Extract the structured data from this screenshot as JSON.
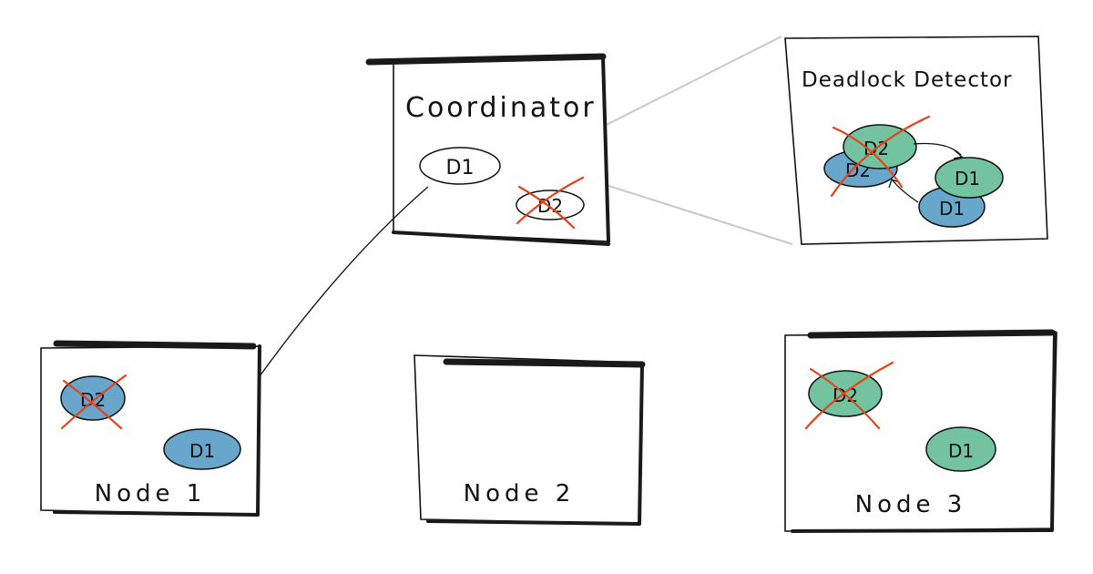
{
  "colors": {
    "green": "#73c3a0",
    "blue": "#68a6cc",
    "red": "#e2441b"
  },
  "coordinator": {
    "title": "Coordinator",
    "d1": "D1",
    "d2": "D2"
  },
  "detector": {
    "title": "Deadlock Detector",
    "green_d2": "D2",
    "blue_d2": "D2",
    "green_d1": "D1",
    "blue_d1": "D1"
  },
  "nodes": [
    {
      "label": "Node 1",
      "d2": "D2",
      "d1": "D1"
    },
    {
      "label": "Node 2"
    },
    {
      "label": "Node 3",
      "d2": "D2",
      "d1": "D1"
    }
  ]
}
